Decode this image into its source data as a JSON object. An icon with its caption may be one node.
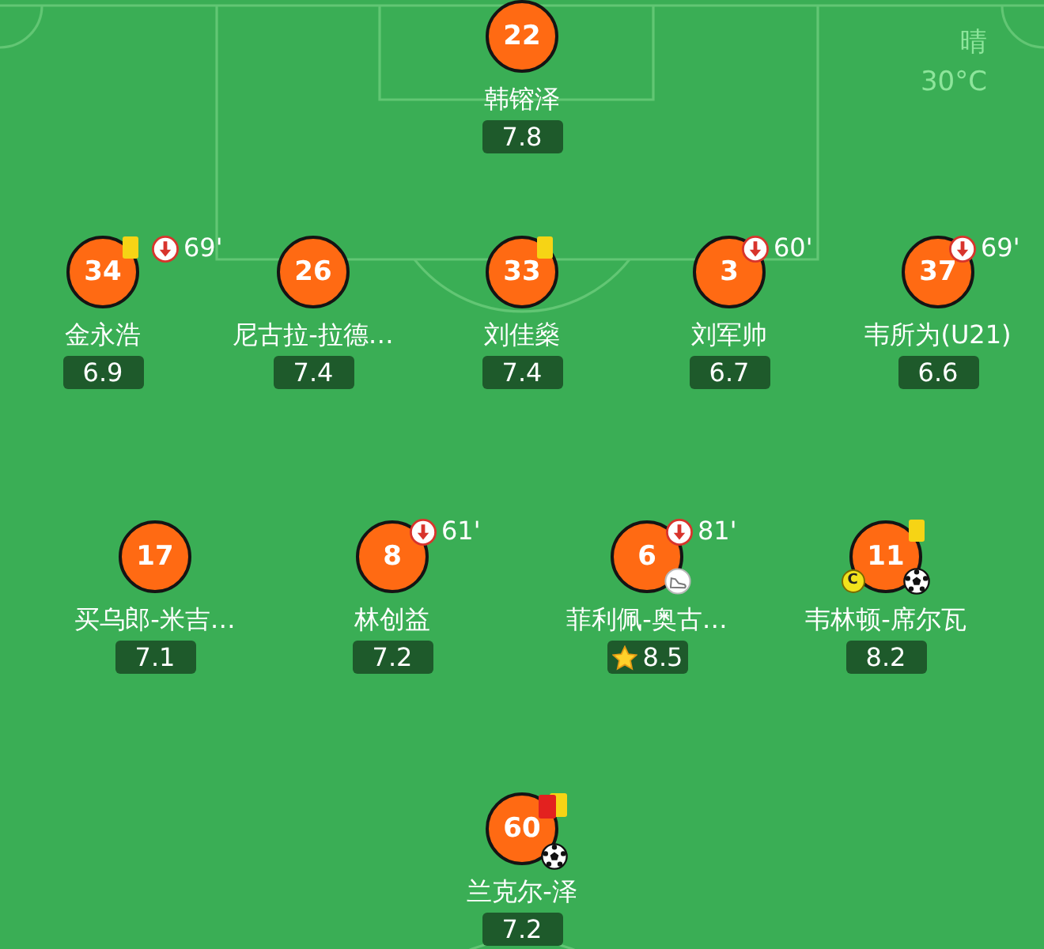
{
  "diagram": {
    "nodes": [
      {
        "text": [
          "22",
          "韩镕泽",
          "7.8"
        ]
      },
      {
        "text": [
          "34",
          "金永浩",
          "6.9",
          "69'"
        ]
      },
      {
        "text": [
          "26",
          "尼古拉-拉德…",
          "7.4"
        ]
      },
      {
        "text": [
          "33",
          "刘佳燊",
          "7.4"
        ]
      },
      {
        "text": [
          "3",
          "刘军帅",
          "6.7",
          "60'"
        ]
      },
      {
        "text": [
          "37",
          "韦所为(U21)",
          "6.6",
          "69'"
        ]
      },
      {
        "text": [
          "17",
          "买乌郎-米吉…",
          "7.1"
        ]
      },
      {
        "text": [
          "8",
          "林创益",
          "7.2",
          "61'"
        ]
      },
      {
        "text": [
          "6",
          "菲利佩-奥古…",
          "8.5",
          "81'"
        ]
      },
      {
        "text": [
          "11",
          "韦林顿-席尔瓦",
          "8.2"
        ]
      },
      {
        "text": [
          "60",
          "兰克尔-泽",
          "7.2"
        ]
      }
    ],
    "labels": [
      "晴",
      "30°C",
      "C"
    ]
  }
}
